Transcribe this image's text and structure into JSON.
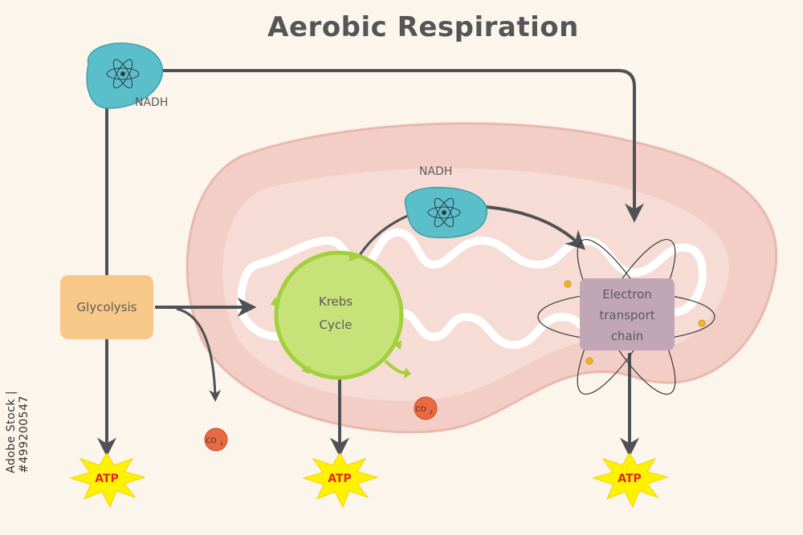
{
  "title": "Aerobic Respiration",
  "stock_id": "Adobe Stock | #499200547",
  "labels": {
    "nadh_top": "NADH",
    "nadh_mid": "NADH",
    "glycolysis": "Glycolysis",
    "krebs_line1": "Krebs",
    "krebs_line2": "Cycle",
    "etc_line1": "Electron",
    "etc_line2": "transport",
    "etc_line3": "chain",
    "atp": "ATP",
    "co2": "CO",
    "co2_sub": "2"
  },
  "colors": {
    "background": "#fbf5ec",
    "mitochondrion_outer": "#f2cec6",
    "mitochondrion_inner": "#f6dcd5",
    "nadh_fill": "#5bbfca",
    "glycolysis_fill": "#f8c889",
    "krebs_fill": "#c8e27a",
    "krebs_stroke": "#a2cf3c",
    "etc_fill": "#c1a6b6",
    "atp_fill": "#fff200",
    "atp_text": "#e3262b",
    "co2_fill": "#e86a43",
    "arrow": "#4f5156"
  }
}
